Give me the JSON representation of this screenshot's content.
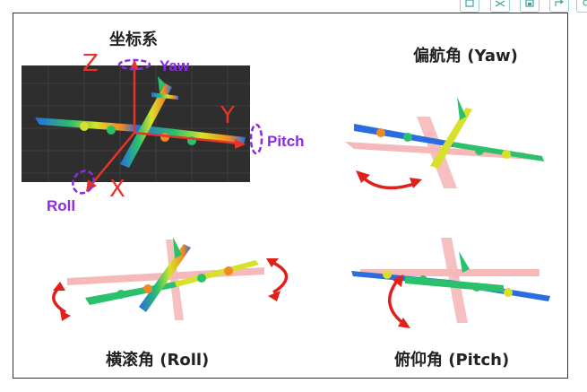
{
  "toolbar": {
    "icons": [
      "clipboard-icon",
      "shuffle-icon",
      "save-icon",
      "share-icon",
      "settings-icon"
    ]
  },
  "diagram": {
    "coordinate_title": "坐标系",
    "yaw_title": "偏航角 (Yaw)",
    "roll_title": "横滚角 (Roll)",
    "pitch_title": "俯仰角 (Pitch)",
    "axis_z": "Z",
    "axis_y": "Y",
    "axis_x": "X",
    "rot_yaw": "Yaw",
    "rot_pitch": "Pitch",
    "rot_roll": "Roll"
  },
  "colors": {
    "axis_red": "#e8332a",
    "rotation_purple": "#8a2be2",
    "arrow_red": "#e0201b",
    "shadow_pink": "#f6b9b9",
    "grid_bg": "#2e2e2e"
  }
}
